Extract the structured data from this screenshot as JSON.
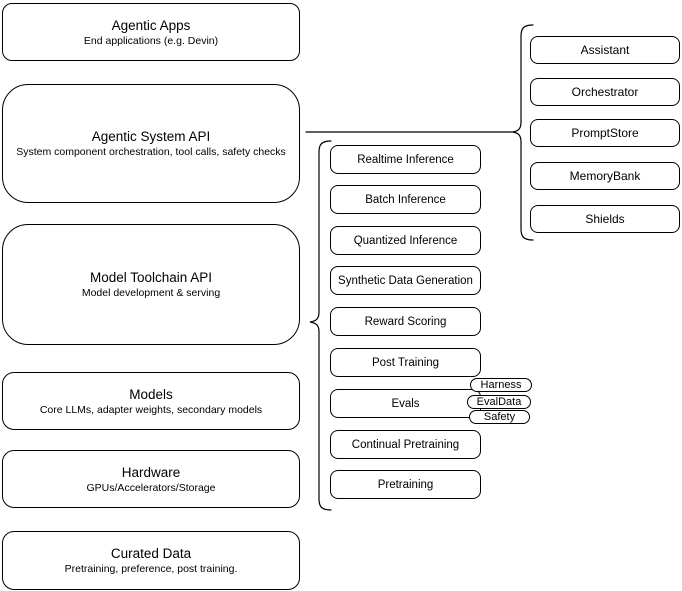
{
  "diagram": {
    "stack": [
      {
        "title": "Agentic Apps",
        "subtitle": "End applications (e.g. Devin)"
      },
      {
        "title": "Agentic System API",
        "subtitle": "System component orchestration, tool calls, safety checks"
      },
      {
        "title": "Model Toolchain API",
        "subtitle": "Model development & serving"
      },
      {
        "title": "Models",
        "subtitle": "Core LLMs, adapter weights, secondary models"
      },
      {
        "title": "Hardware",
        "subtitle": "GPUs/Accelerators/Storage"
      },
      {
        "title": "Curated Data",
        "subtitle": "Pretraining, preference, post training."
      }
    ],
    "toolchain": {
      "items": [
        {
          "label": "Realtime Inference"
        },
        {
          "label": "Batch Inference"
        },
        {
          "label": "Quantized Inference"
        },
        {
          "label": "Synthetic Data Generation"
        },
        {
          "label": "Reward Scoring"
        },
        {
          "label": "Post Training"
        },
        {
          "label": "Evals"
        },
        {
          "label": "Continual Pretraining"
        },
        {
          "label": "Pretraining"
        }
      ]
    },
    "components": {
      "items": [
        {
          "label": "Assistant"
        },
        {
          "label": "Orchestrator"
        },
        {
          "label": "PromptStore"
        },
        {
          "label": "MemoryBank"
        },
        {
          "label": "Shields"
        }
      ]
    },
    "eval_tags": [
      {
        "label": "Harness"
      },
      {
        "label": "EvalData"
      },
      {
        "label": "Safety"
      }
    ],
    "colors": {
      "stroke": "#000000",
      "fill": "#ffffff",
      "text": "#000000"
    }
  }
}
